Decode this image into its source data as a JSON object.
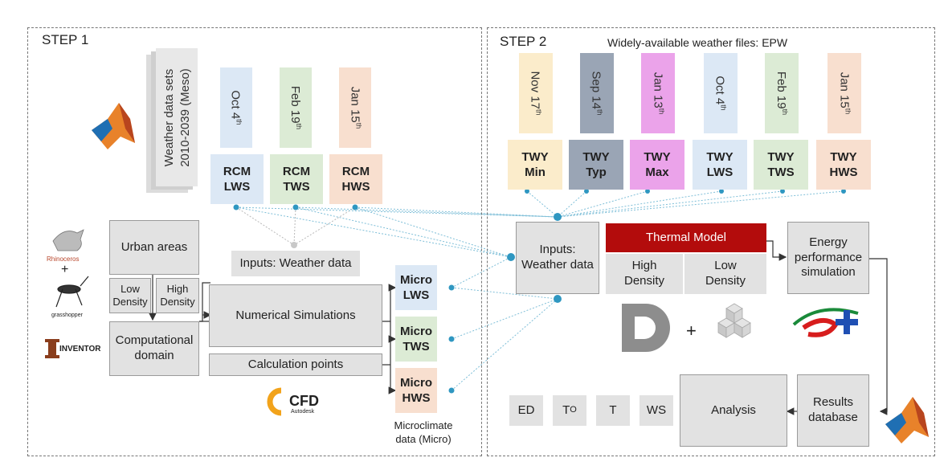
{
  "step1": {
    "title": "STEP 1",
    "meso_label_line1": "Weather data sets",
    "meso_label_line2": "2010-2039 (Meso)",
    "dates": [
      {
        "text": "Oct 4",
        "sup": "th"
      },
      {
        "text": "Feb 19",
        "sup": "th"
      },
      {
        "text": "Jan 15",
        "sup": "th"
      }
    ],
    "rcm": [
      {
        "line1": "RCM",
        "line2": "LWS",
        "color": "#dce8f5"
      },
      {
        "line1": "RCM",
        "line2": "TWS",
        "color": "#dcebd5"
      },
      {
        "line1": "RCM",
        "line2": "HWS",
        "color": "#f8dfcf"
      }
    ],
    "inputs_weather": "Inputs: Weather data",
    "urban_areas": "Urban areas",
    "low_density": "Low Density",
    "high_density": "High Density",
    "computational_domain": "Computational domain",
    "numerical_simulations": "Numerical Simulations",
    "calculation_points": "Calculation points",
    "micro": [
      {
        "line1": "Micro",
        "line2": "LWS",
        "color": "#dce8f5"
      },
      {
        "line1": "Micro",
        "line2": "TWS",
        "color": "#dcebd5"
      },
      {
        "line1": "Micro",
        "line2": "HWS",
        "color": "#f8dfcf"
      }
    ],
    "microclimate_line1": "Microclimate",
    "microclimate_line2": "data (Micro)",
    "rhino_label": "Rhinoceros",
    "grasshopper_label": "grasshopper",
    "inventor_label": "INVENTOR",
    "cfd_label": "CFD",
    "cfd_sub": "Autodesk"
  },
  "step2": {
    "title": "STEP 2",
    "epw_title": "Widely-available weather files: EPW",
    "dates": [
      {
        "text": "Nov 17",
        "sup": "th",
        "color": "#fbeccb"
      },
      {
        "text": "Sep 14",
        "sup": "th",
        "color": "#9aa5b5"
      },
      {
        "text": "Jan 13",
        "sup": "th",
        "color": "#eba3ea"
      },
      {
        "text": "Oct 4",
        "sup": "th",
        "color": "#dce8f5"
      },
      {
        "text": "Feb 19",
        "sup": "th",
        "color": "#dcebd5"
      },
      {
        "text": "Jan 15",
        "sup": "th",
        "color": "#f8dfcf"
      }
    ],
    "twy": [
      {
        "line1": "TWY",
        "line2": "Min",
        "color": "#fbeccb"
      },
      {
        "line1": "TWY",
        "line2": "Typ",
        "color": "#9aa5b5"
      },
      {
        "line1": "TWY",
        "line2": "Max",
        "color": "#eba3ea"
      },
      {
        "line1": "TWY",
        "line2": "LWS",
        "color": "#dce8f5"
      },
      {
        "line1": "TWY",
        "line2": "TWS",
        "color": "#dcebd5"
      },
      {
        "line1": "TWY",
        "line2": "HWS",
        "color": "#f8dfcf"
      }
    ],
    "inputs_line1": "Inputs:",
    "inputs_line2": "Weather data",
    "thermal_model": "Thermal Model",
    "thermal_color": "#b30c0c",
    "high_density": "High Density",
    "low_density": "Low Density",
    "energy_perf": "Energy performance simulation",
    "analysis": "Analysis",
    "results_db": "Results database",
    "outputs": [
      "ED",
      "T",
      "T",
      "WS"
    ],
    "to_sub": "O",
    "plus": "+"
  },
  "colors": {
    "dot": "#2f97c1",
    "link": "#7fbfd8",
    "arrow": "#333333"
  }
}
